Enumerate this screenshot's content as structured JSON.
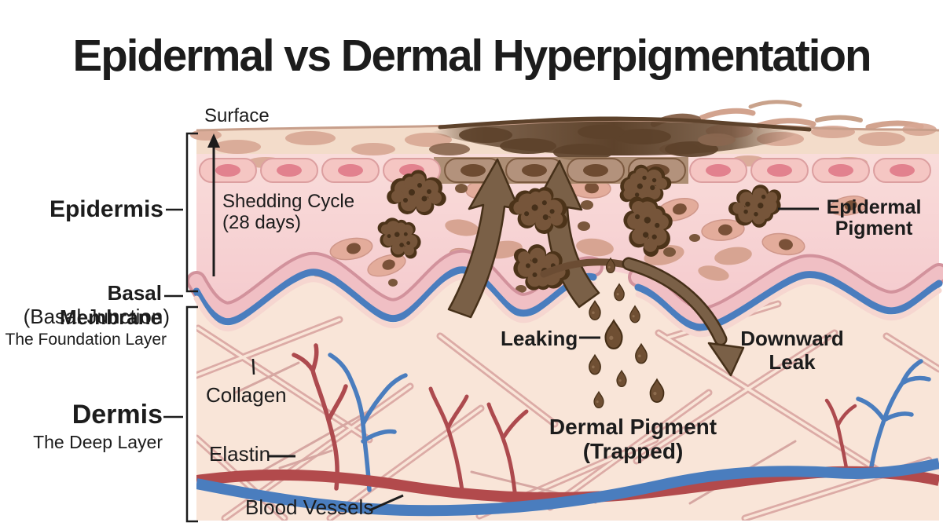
{
  "title": "Epidermal vs Dermal Hyperpigmentation",
  "labels": {
    "surface": "Surface",
    "epidermis": "Epidermis",
    "shedding_line1": "Shedding Cycle",
    "shedding_line2": "(28 days)",
    "epidermal_pigment_line1": "Epidermal",
    "epidermal_pigment_line2": "Pigment",
    "basal_membrane": "Basal Membrane",
    "basal_junction": "(Basal Junction)",
    "foundation_layer": "The Foundation Layer",
    "leaking": "Leaking",
    "downward_line1": "Downward",
    "downward_line2": "Leak",
    "collagen": "Collagen",
    "dermis": "Dermis",
    "deep_layer": "The Deep Layer",
    "dermal_pigment_line1": "Dermal Pigment",
    "dermal_pigment_line2": "(Trapped)",
    "elastin": "Elastin",
    "blood_vessels": "Blood Vessels"
  },
  "colors": {
    "ink": "#1c1c1c",
    "epidermis_pink": "#f5cdd0",
    "stratum_tan": "#f3dcca",
    "dermis_peach": "#f9e5d8",
    "membrane_blue": "#4a7dbe",
    "vessel_red": "#b24a4c",
    "pigment_brown": "#6f4f33",
    "patch_brown": "#5d422b",
    "cell_pink": "#f5c6c3",
    "fiber_pink": "#dcaba6"
  }
}
